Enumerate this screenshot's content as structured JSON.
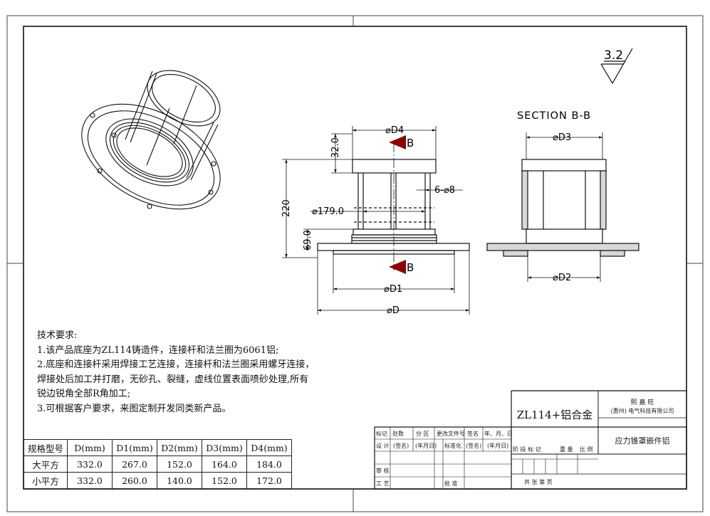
{
  "roughness": {
    "value": "3.2"
  },
  "section_title": "SECTION B-B",
  "front_view": {
    "D4": "⌀D4",
    "D1": "⌀D1",
    "D": "⌀D",
    "dim_32": "32.0",
    "dim_220": "220",
    "dim_69": "69.0",
    "dim_179": "⌀179.0",
    "holes": "6-⌀8",
    "section_mark": "B"
  },
  "section_view": {
    "D3": "⌀D3",
    "D2": "⌀D2"
  },
  "notes": {
    "title": "技术要求:",
    "line1": "1.该产品底座为ZL114铸造件，连接杆和法兰圈为6061铝;",
    "line2": "2.底座和连接杆采用焊接工艺连接，连接杆和法兰圈采用螺牙连接，",
    "line3": "焊接处后加工并打磨，无砂孔、裂缝，虚线位置表面喷砂处理,所有",
    "line4": "锐边锐角全部R角加工;",
    "line5": "3.可根据客户要求，来图定制开发同类新产品。"
  },
  "spec_table": {
    "headers": [
      "规格型号",
      "D(mm)",
      "D1(mm)",
      "D2(mm)",
      "D3(mm)",
      "D4(mm)"
    ],
    "rows": [
      [
        "大平方",
        "332.0",
        "267.0",
        "152.0",
        "164.0",
        "184.0"
      ],
      [
        "小平方",
        "332.0",
        "260.0",
        "140.0",
        "152.0",
        "172.0"
      ]
    ]
  },
  "title_block": {
    "material": "ZL114+铝合金",
    "company_line1": "熙 嘉 旺",
    "company_line2": "(惠州) 电气科技有限公司",
    "part_name": "应力锥罩嵌件铝",
    "rev_headers": [
      "标记",
      "处数",
      "分 区",
      "更改文件号",
      "签名",
      "年、月、日"
    ],
    "design": "设 计",
    "sign1": "(签名)",
    "date1": "(年月日)",
    "std": "标准化",
    "sign2": "(签名)",
    "date2": "(年月日)",
    "stage_labels": [
      "阶 段 标 记",
      "重 量",
      "比 例"
    ],
    "review": "审 核",
    "process": "工 艺",
    "approve": "批 准",
    "sheets": "共      张      第      页"
  }
}
